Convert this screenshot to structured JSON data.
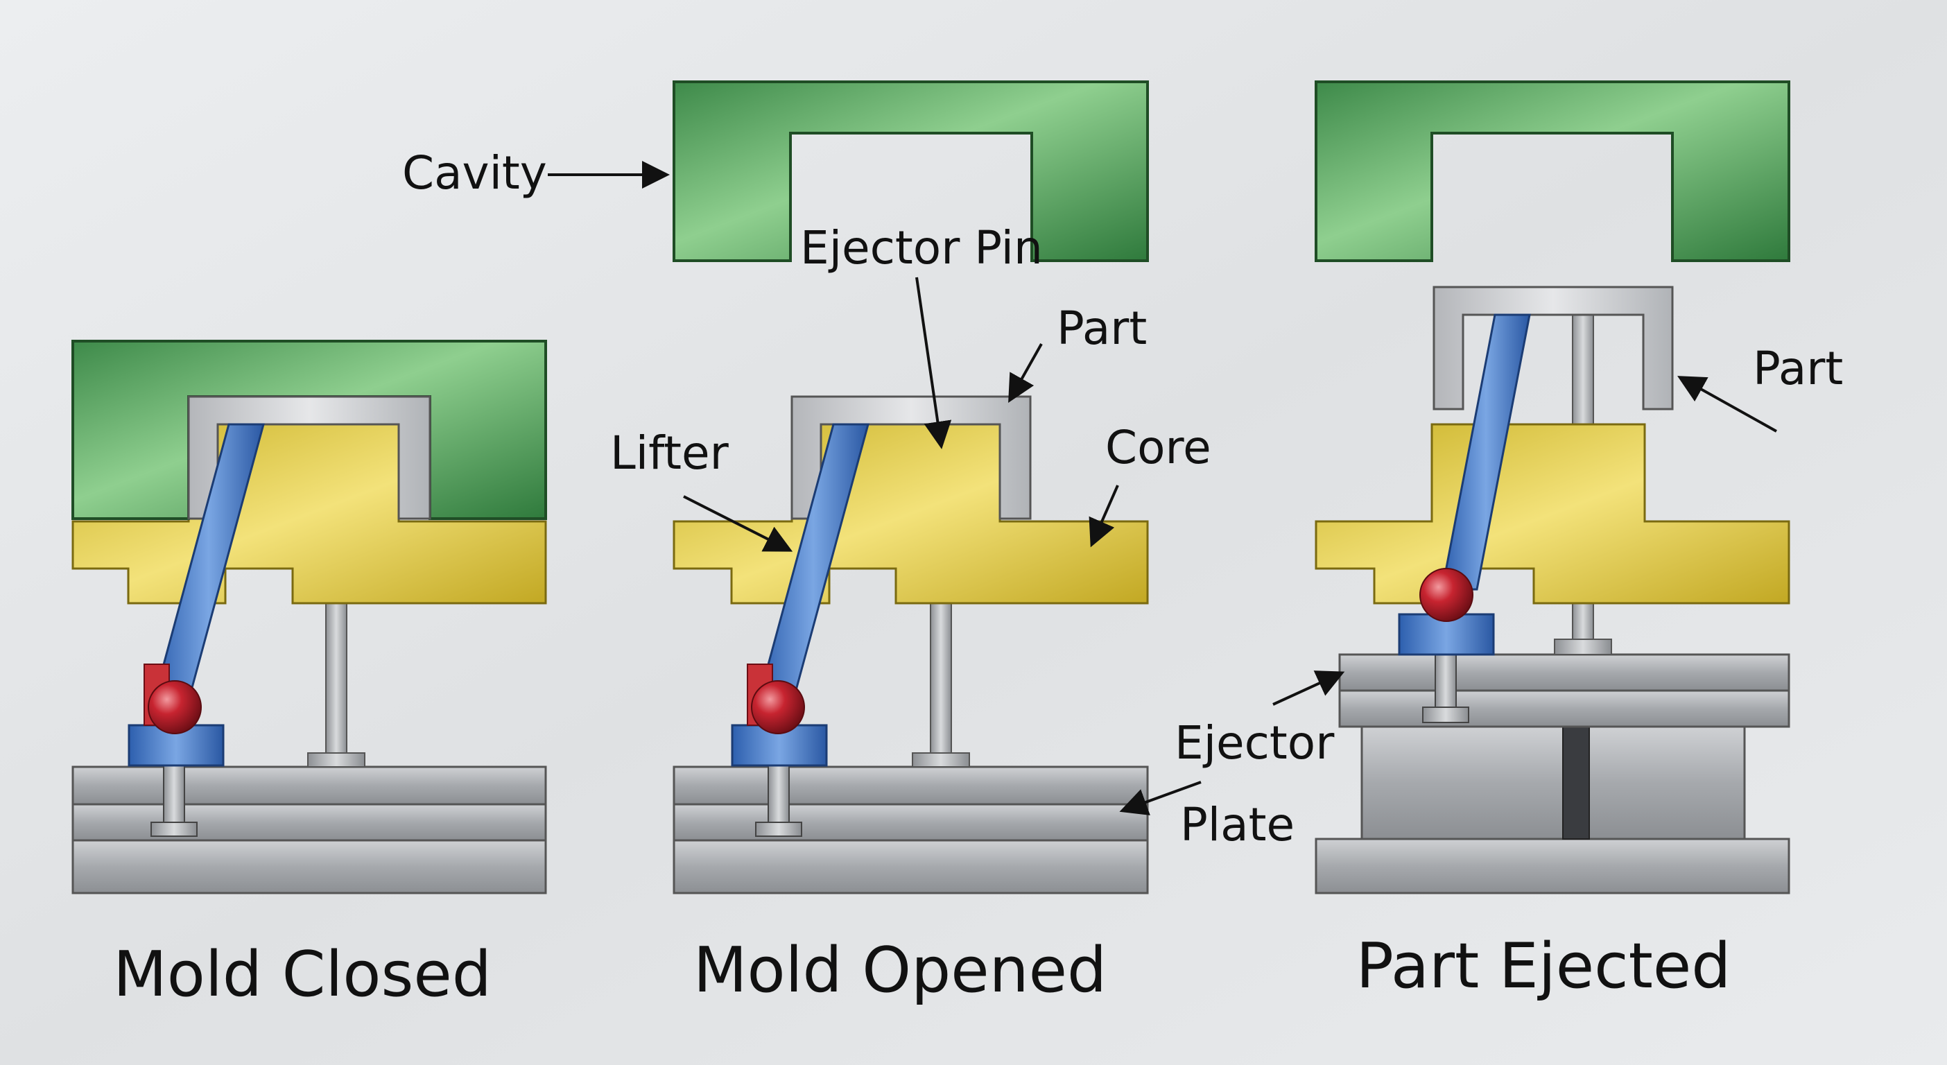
{
  "labels": {
    "cavity": "Cavity",
    "ejector_pin": "Ejector Pin",
    "part_opened": "Part",
    "lifter": "Lifter",
    "core": "Core",
    "ejector": "Ejector",
    "plate": "Plate",
    "part_ejected": "Part"
  },
  "captions": {
    "closed": "Mold Closed",
    "opened": "Mold Opened",
    "ejected": "Part Ejected"
  },
  "colors": {
    "cavity": "#4f9a5a",
    "core": "#dcc83a",
    "lifter": "#3f73c4",
    "steel": "#a8abae",
    "part": "#c9cbce",
    "ball": "#c0232d",
    "background": "#e4e6e8"
  }
}
